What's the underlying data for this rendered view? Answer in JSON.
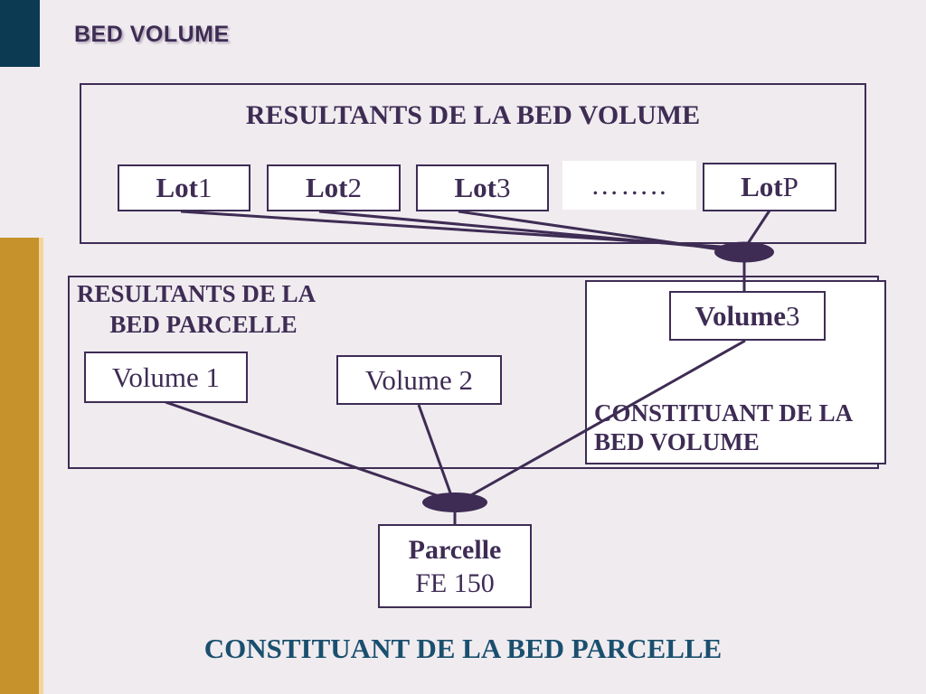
{
  "header": {
    "title": "BED VOLUME"
  },
  "box1": {
    "title": "RESULTANTS DE LA BED VOLUME",
    "lots": [
      {
        "bold": "Lot",
        "rest": " 1"
      },
      {
        "bold": "Lot",
        "rest": " 2"
      },
      {
        "bold": "Lot",
        "rest": " 3"
      },
      {
        "bold": "",
        "rest": "…….."
      },
      {
        "bold": "Lot",
        "rest": " P"
      }
    ]
  },
  "box2": {
    "title_line1": "RESULTANTS DE LA",
    "title_line2": "BED PARCELLE",
    "volume1": "Volume 1",
    "volume2": "Volume 2"
  },
  "constituant_box": {
    "volume3_bold": "Volume",
    "volume3_rest": " 3",
    "line1": "CONSTITUANT DE LA",
    "line2": "BED VOLUME"
  },
  "parcelle": {
    "line1": "Parcelle",
    "line2": "FE 150"
  },
  "caption": "CONSTITUANT DE LA BED PARCELLE",
  "colors": {
    "purple": "#3E2C54",
    "navy": "#0C3A52",
    "gold": "#C6922B",
    "gold_light": "#F2D59A",
    "teal": "#1A4F6E",
    "background": "#EFEBEF",
    "box_fill": "#FFFFFF"
  }
}
